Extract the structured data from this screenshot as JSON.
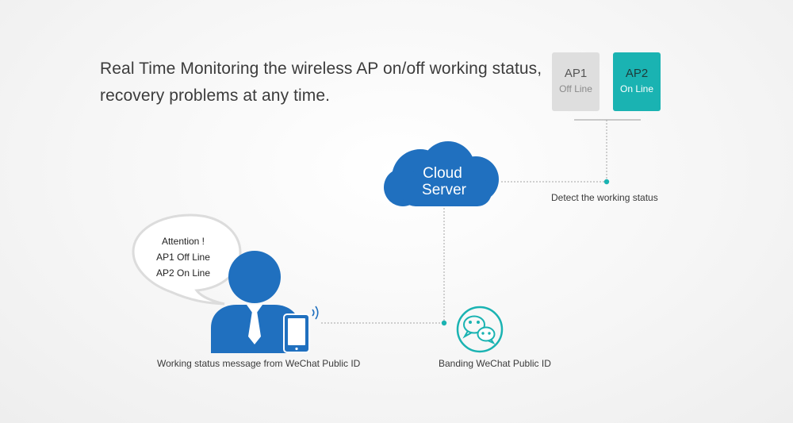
{
  "headline": {
    "line1": "Real Time Monitoring the wireless AP on/off working status,",
    "line2": "recovery problems at any time."
  },
  "ap_cards": [
    {
      "name": "AP1",
      "status": "Off Line",
      "color": "#dedede"
    },
    {
      "name": "AP2",
      "status": "On Line",
      "color": "#1ab3b2"
    }
  ],
  "cloud": {
    "line1": "Cloud",
    "line2": "Server",
    "color": "#2070bf"
  },
  "labels": {
    "detect": "Detect the working status",
    "working": "Working status message from WeChat Public ID",
    "banding": "Banding WeChat Public ID"
  },
  "bubble": {
    "lines": [
      "Attention !",
      "AP1 Off Line",
      "AP2 On Line"
    ]
  },
  "icons": {
    "person": "user-icon",
    "phone": "smartphone-icon",
    "wechat": "wechat-icon",
    "cloud": "cloud-icon"
  },
  "colors": {
    "accent_blue": "#2070bf",
    "teal": "#1ab3b2",
    "text": "#3c3c3c"
  }
}
